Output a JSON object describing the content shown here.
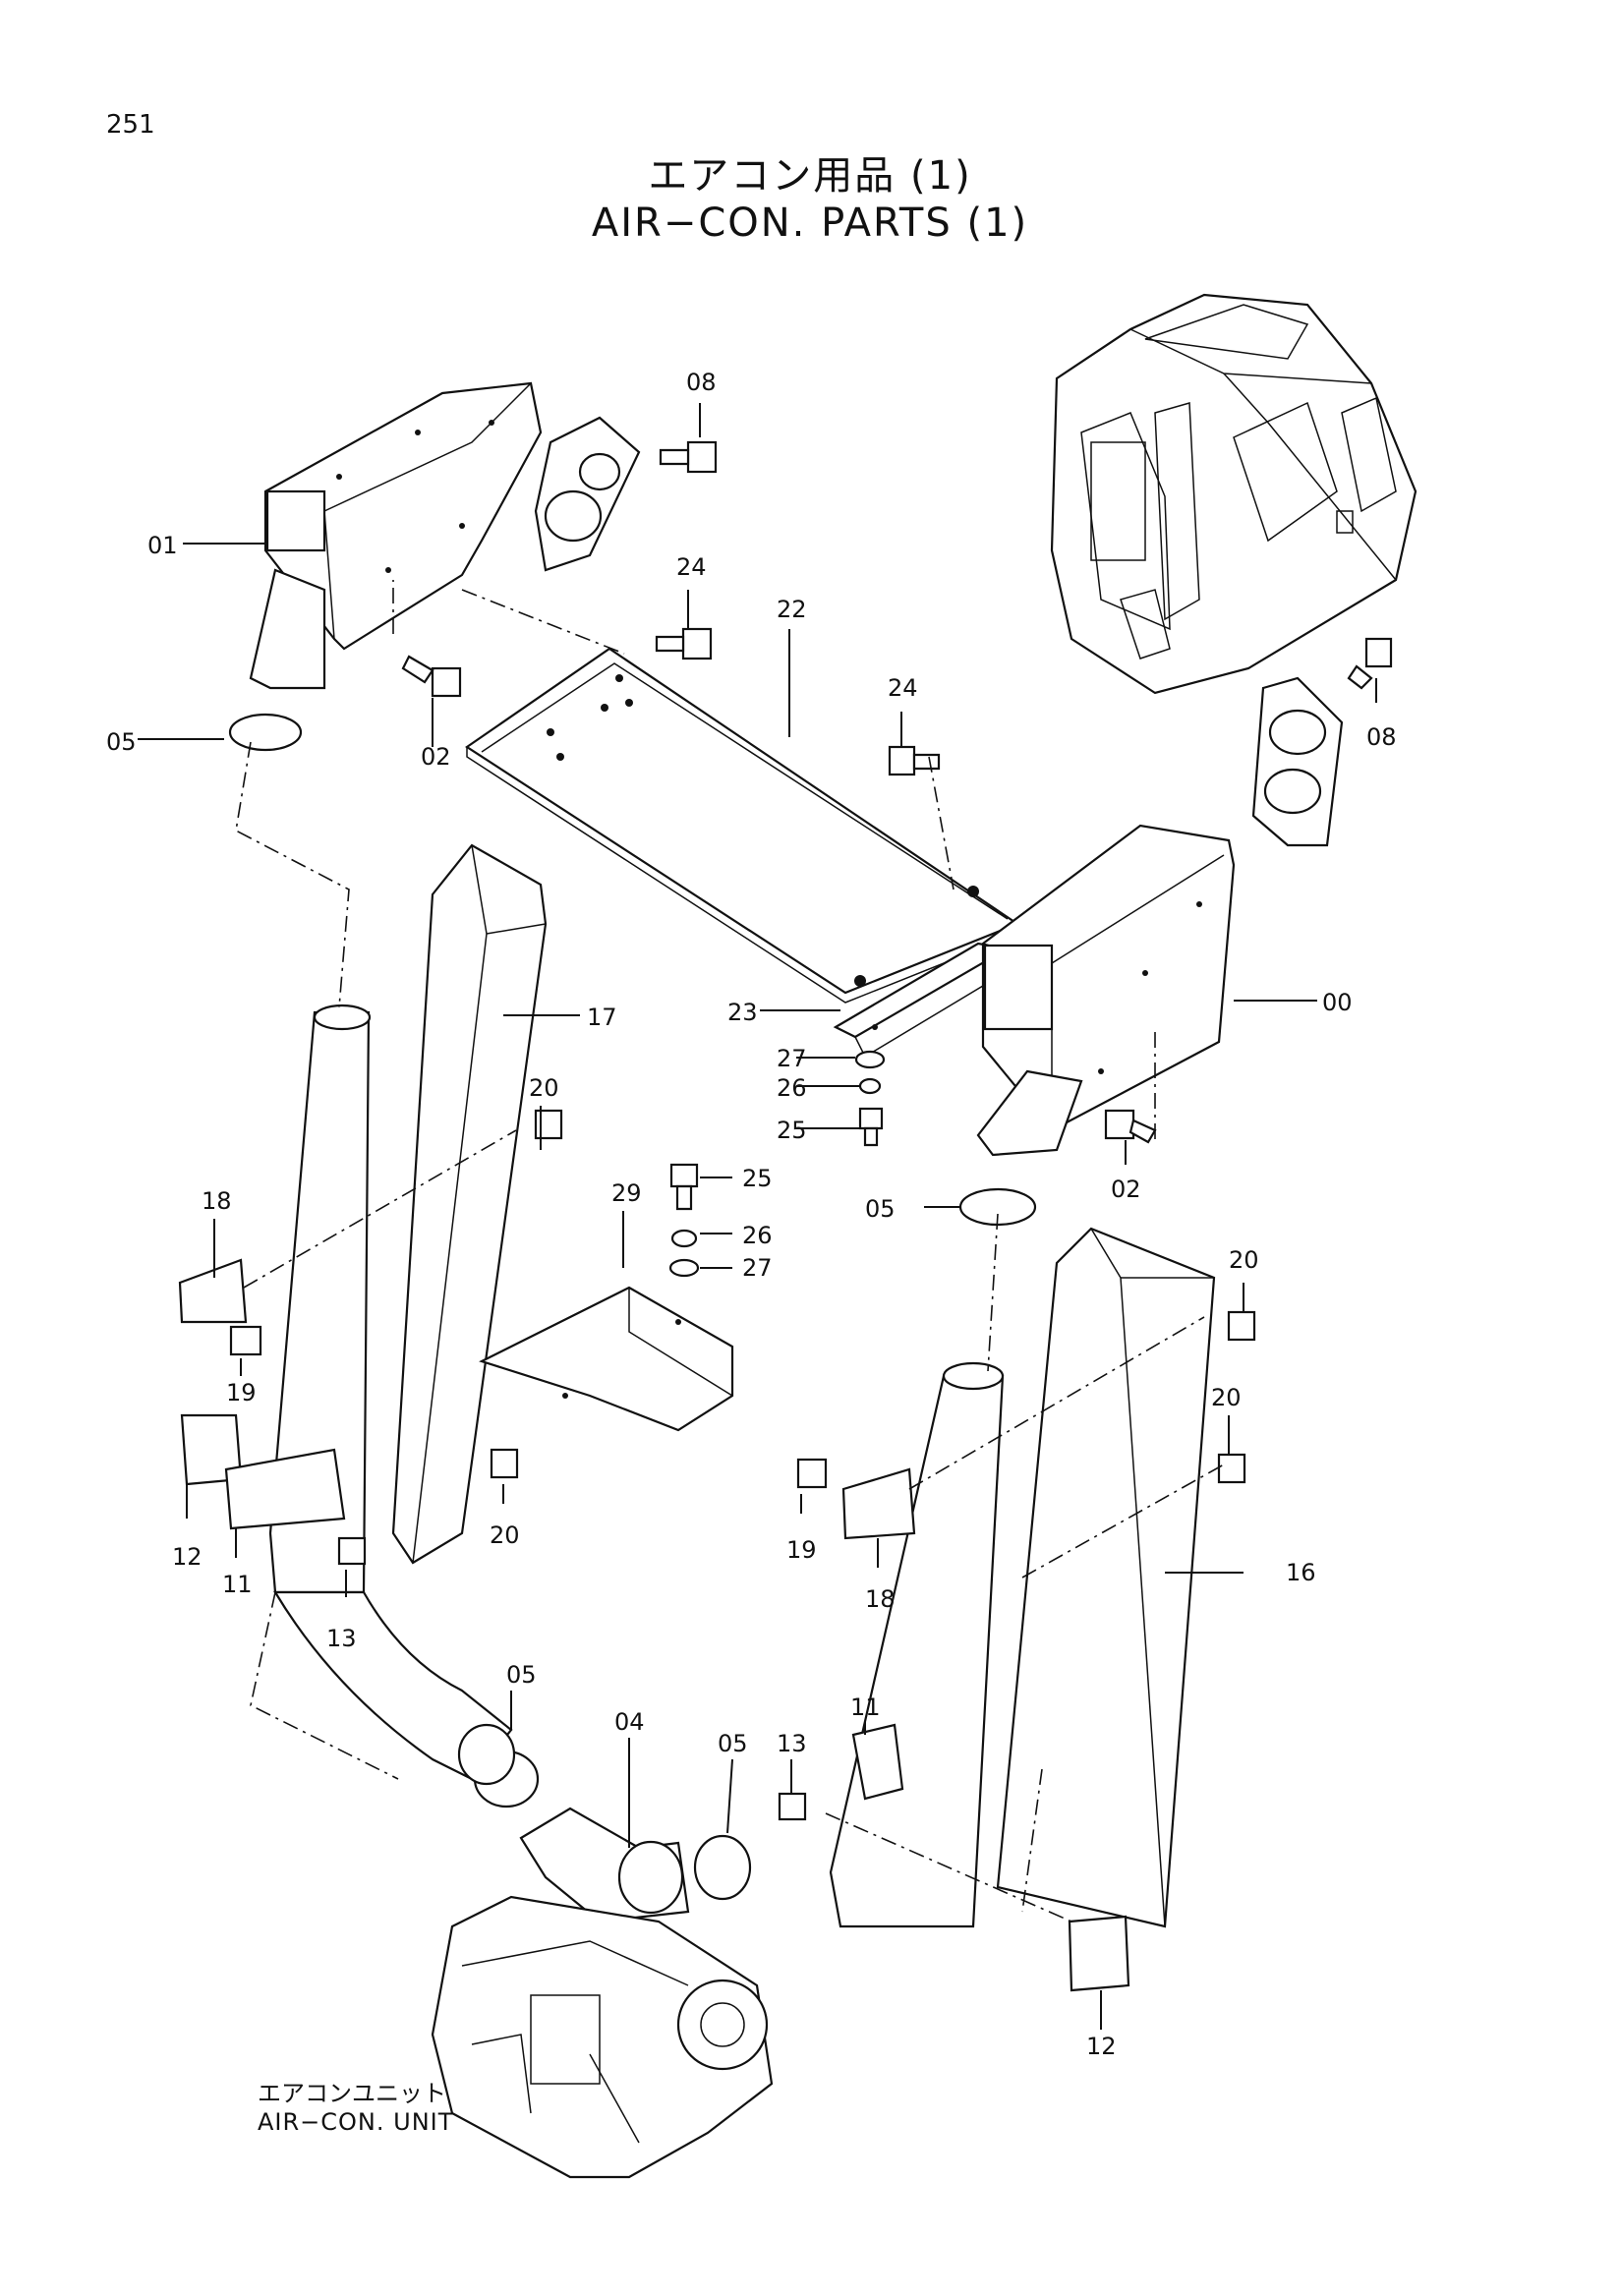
{
  "page_number": "251",
  "title_jp": "エアコン用品 (1)",
  "title_en": "AIR−CON. PARTS (1)",
  "unit_label_jp": "エアコンユニット",
  "unit_label_en": "AIR−CON. UNIT",
  "callouts": {
    "c08a": "08",
    "c01": "01",
    "c24a": "24",
    "c22": "22",
    "c24b": "24",
    "c08b": "08",
    "c05a": "05",
    "c02a": "02",
    "c17": "17",
    "c00": "00",
    "c23": "23",
    "c27a": "27",
    "c26a": "26",
    "c25a": "25",
    "c20a": "20",
    "c18a": "18",
    "c25b": "25",
    "c29": "29",
    "c26b": "26",
    "c27b": "27",
    "c05b": "05",
    "c02b": "02",
    "c20b": "20",
    "c19a": "19",
    "c20c": "20",
    "c20d": "20",
    "c12a": "12",
    "c11a": "11",
    "c13a": "13",
    "c19b": "19",
    "c18b": "18",
    "c16": "16",
    "c05c": "05",
    "c04": "04",
    "c05d": "05",
    "c13b": "13",
    "c11b": "11",
    "c12b": "12"
  }
}
